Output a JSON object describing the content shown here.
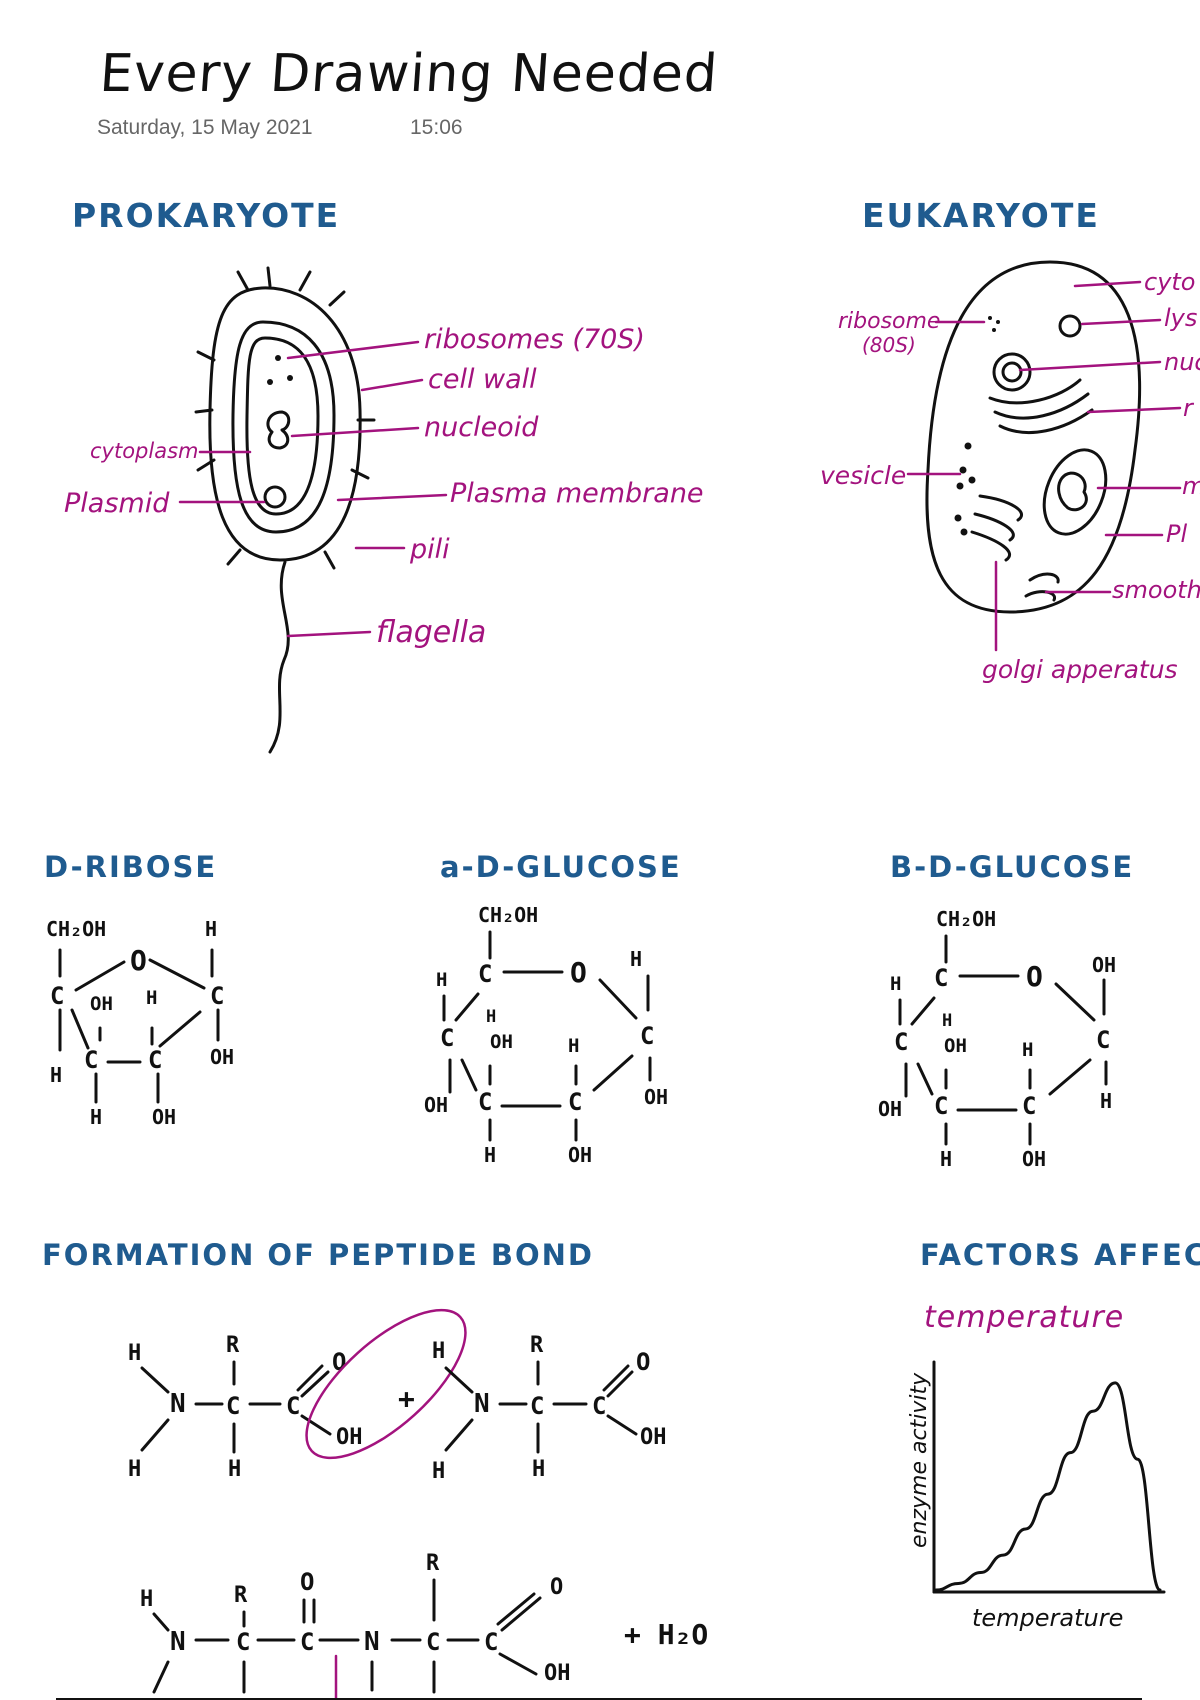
{
  "page": {
    "title": "Every Drawing Needed",
    "date": "Saturday, 15 May 2021",
    "time": "15:06"
  },
  "prokaryote": {
    "heading": "PROKARYOTE",
    "labels": {
      "ribosomes": "ribosomes (70S)",
      "cell_wall": "cell wall",
      "nucleoid": "nucleoid",
      "cytoplasm": "cytoplasm",
      "plasmid": "Plasmid",
      "plasma_membrane": "Plasma membrane",
      "pili": "pili",
      "flagella": "flagella"
    }
  },
  "eukaryote": {
    "heading": "EUKARYOTE",
    "labels": {
      "ribosome": "ribosome",
      "ribosome_size": "(80S)",
      "vesicle": "vesicle",
      "cyto": "cyto",
      "lys": "lys",
      "nuc": "nuc",
      "r": "r",
      "m": "m",
      "pl": "Pl",
      "smooth": "smooth",
      "golgi": "golgi apperatus"
    }
  },
  "sugars": {
    "d_ribose": {
      "heading": "D-RIBOSE"
    },
    "alpha_glucose": {
      "heading": "a-D-GLUCOSE"
    },
    "beta_glucose": {
      "heading": "B-D-GLUCOSE"
    },
    "atoms": {
      "ch2oh": "CH₂OH",
      "c": "C",
      "o": "O",
      "h": "H",
      "oh": "OH"
    }
  },
  "peptide": {
    "heading": "FORMATION OF PEPTIDE BOND",
    "atoms": {
      "r": "R",
      "n": "N",
      "plus": "+",
      "water": "+ H₂O"
    }
  },
  "factors": {
    "heading": "FACTORS AFFECTI",
    "subheading": "temperature",
    "chart_data": {
      "type": "line",
      "title": "temperature",
      "xlabel": "temperature",
      "ylabel": "enzyme activity",
      "x": [
        0,
        1,
        2,
        3,
        4,
        5,
        6,
        7,
        8,
        9,
        10
      ],
      "values": [
        0,
        3,
        8,
        16,
        28,
        44,
        63,
        82,
        95,
        60,
        0
      ],
      "ylim": [
        0,
        100
      ],
      "grid": false
    }
  }
}
